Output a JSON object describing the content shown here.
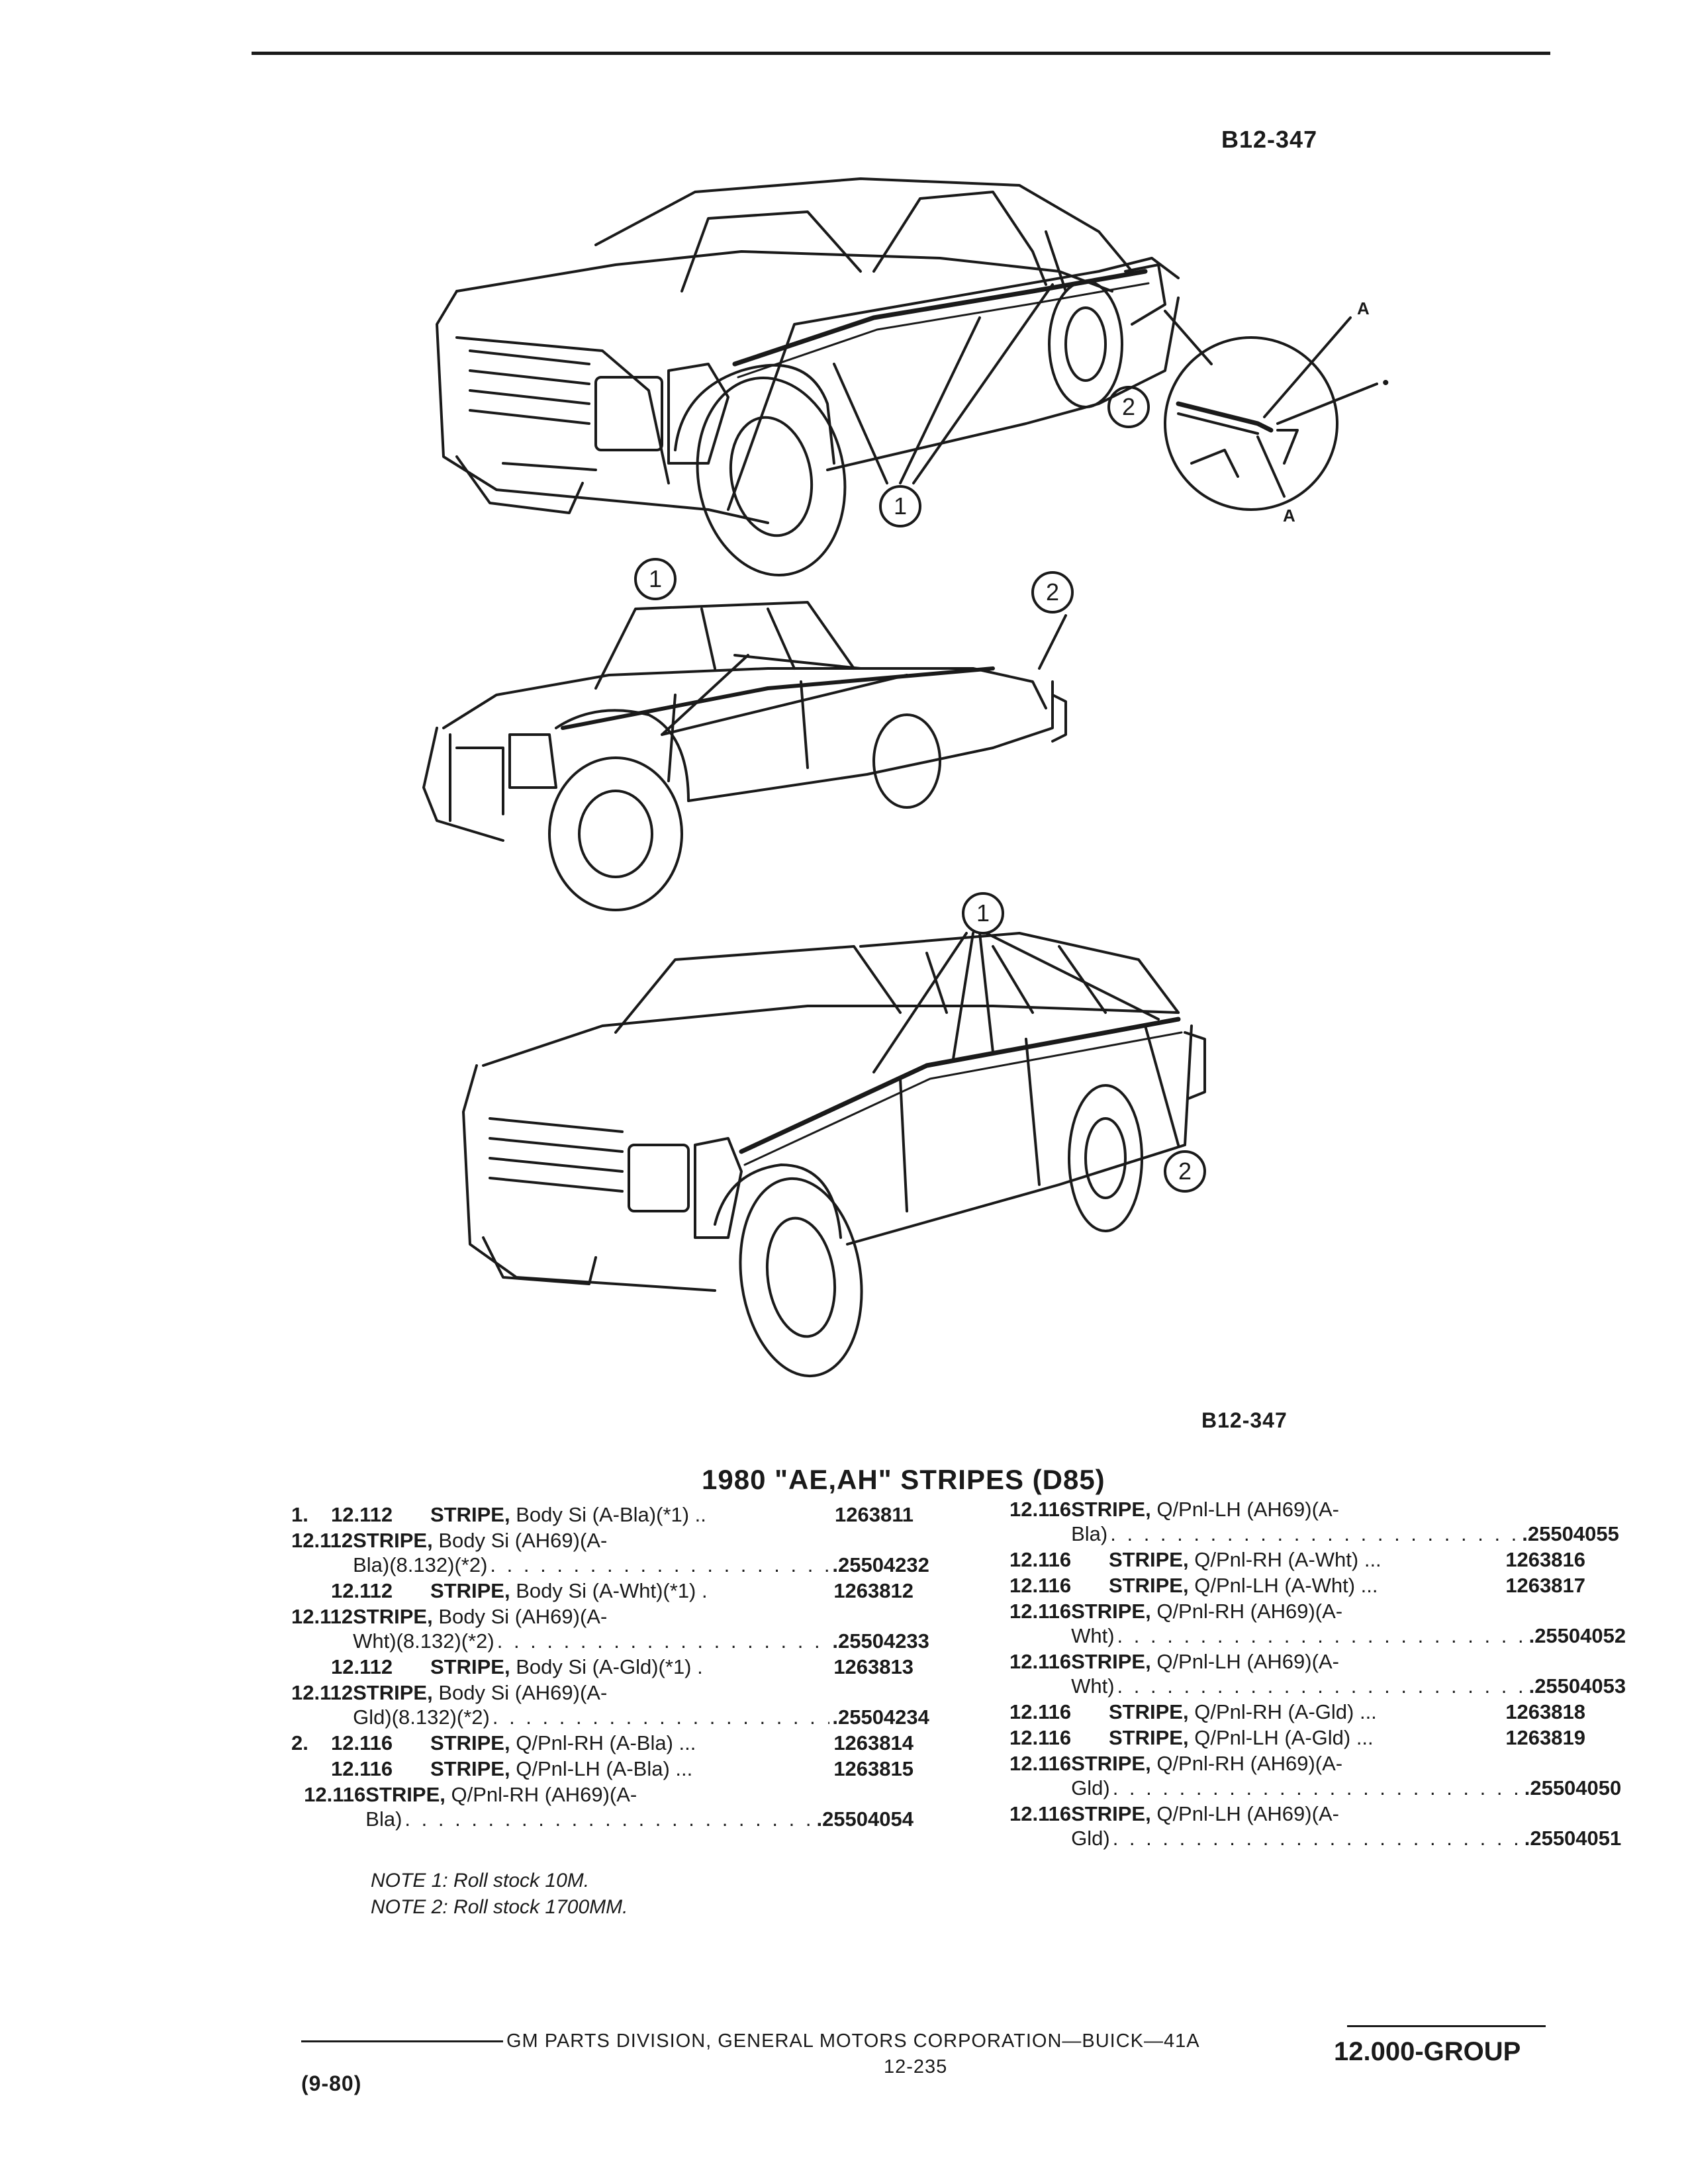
{
  "figure": {
    "code_top": "B12-347",
    "code_bottom": "B12-347",
    "callouts": {
      "one": "1",
      "two": "2",
      "a": "A",
      "dot": "•"
    }
  },
  "section_title": "1980 \"AE,AH\" STRIPES (D85)",
  "parts_left": [
    {
      "item": "1.",
      "group": "12.112",
      "name": "STRIPE,",
      "lines": [
        "Body Si (A-Bla)(*1) .."
      ],
      "part": "1263811"
    },
    {
      "item": "",
      "group": "12.112",
      "name": "STRIPE,",
      "lines": [
        "Body Si (AH69)(A-",
        "Bla)(8.132)(*2)"
      ],
      "part": ".25504232"
    },
    {
      "item": "",
      "group": "12.112",
      "name": "STRIPE,",
      "lines": [
        "Body Si (A-Wht)(*1) ."
      ],
      "part": "1263812"
    },
    {
      "item": "",
      "group": "12.112",
      "name": "STRIPE,",
      "lines": [
        "Body Si (AH69)(A-",
        "Wht)(8.132)(*2)"
      ],
      "part": ".25504233"
    },
    {
      "item": "",
      "group": "12.112",
      "name": "STRIPE,",
      "lines": [
        "Body Si (A-Gld)(*1) ."
      ],
      "part": "1263813"
    },
    {
      "item": "",
      "group": "12.112",
      "name": "STRIPE,",
      "lines": [
        "Body Si (AH69)(A-",
        "Gld)(8.132)(*2)"
      ],
      "part": ".25504234"
    },
    {
      "item": "2.",
      "group": "12.116",
      "name": "STRIPE,",
      "lines": [
        "Q/Pnl-RH (A-Bla) ..."
      ],
      "part": "1263814"
    },
    {
      "item": "",
      "group": "12.116",
      "name": "STRIPE,",
      "lines": [
        "Q/Pnl-LH (A-Bla) ..."
      ],
      "part": "1263815"
    },
    {
      "item": "",
      "group": "12.116",
      "name": "STRIPE,",
      "lines": [
        "Q/Pnl-RH (AH69)(A-",
        "Bla)"
      ],
      "part": ".25504054"
    }
  ],
  "parts_right": [
    {
      "group": "12.116",
      "name": "STRIPE,",
      "lines": [
        "Q/Pnl-LH (AH69)(A-",
        "Bla)"
      ],
      "part": ".25504055"
    },
    {
      "group": "12.116",
      "name": "STRIPE,",
      "lines": [
        "Q/Pnl-RH (A-Wht) ..."
      ],
      "part": "1263816"
    },
    {
      "group": "12.116",
      "name": "STRIPE,",
      "lines": [
        "Q/Pnl-LH (A-Wht) ..."
      ],
      "part": "1263817"
    },
    {
      "group": "12.116",
      "name": "STRIPE,",
      "lines": [
        "Q/Pnl-RH (AH69)(A-",
        "Wht)"
      ],
      "part": ".25504052"
    },
    {
      "group": "12.116",
      "name": "STRIPE,",
      "lines": [
        "Q/Pnl-LH (AH69)(A-",
        "Wht)"
      ],
      "part": ".25504053"
    },
    {
      "group": "12.116",
      "name": "STRIPE,",
      "lines": [
        "Q/Pnl-RH (A-Gld) ..."
      ],
      "part": "1263818"
    },
    {
      "group": "12.116",
      "name": "STRIPE,",
      "lines": [
        "Q/Pnl-LH (A-Gld) ..."
      ],
      "part": "1263819"
    },
    {
      "group": "12.116",
      "name": "STRIPE,",
      "lines": [
        "Q/Pnl-RH (AH69)(A-",
        "Gld)"
      ],
      "part": ".25504050"
    },
    {
      "group": "12.116",
      "name": "STRIPE,",
      "lines": [
        "Q/Pnl-LH (AH69)(A-",
        "Gld)"
      ],
      "part": ".25504051"
    }
  ],
  "notes": [
    "NOTE 1: Roll stock 10M.",
    "NOTE 2: Roll stock 1700MM."
  ],
  "footer": {
    "corporation": "GM PARTS DIVISION, GENERAL MOTORS CORPORATION—BUICK—41A",
    "page": "12-235",
    "date": "(9-80)",
    "group": "12.000-GROUP"
  }
}
